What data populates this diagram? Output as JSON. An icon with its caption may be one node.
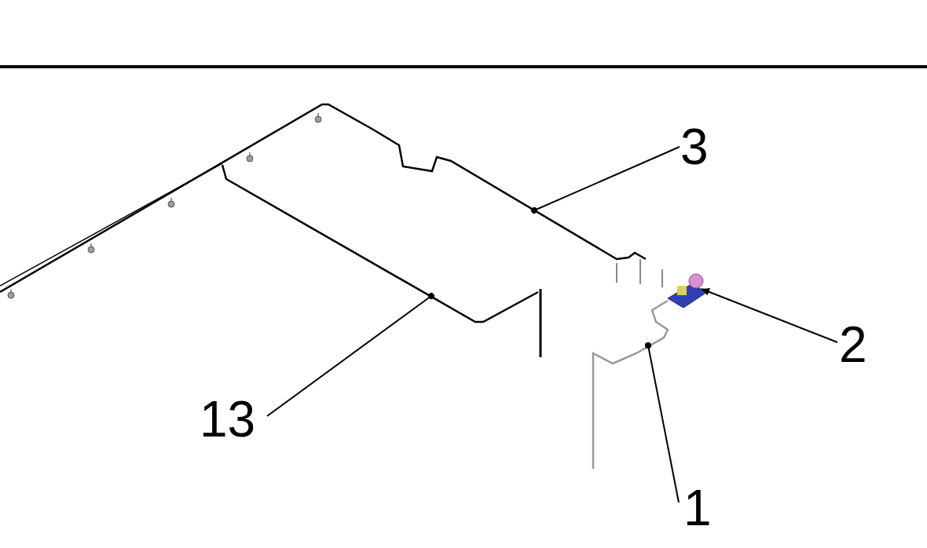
{
  "diagram": {
    "nodes": [
      {
        "text": [
          "3"
        ]
      },
      {
        "text": [],
        "shape": "picture"
      },
      {
        "text": [
          "2"
        ]
      },
      {
        "text": [],
        "shape": "picture"
      },
      {
        "text": [
          "13"
        ]
      },
      {
        "text": [],
        "shape": "picture"
      },
      {
        "text": [
          "1"
        ]
      },
      {
        "text": [],
        "shape": "picture"
      }
    ],
    "edges": [
      {
        "from": 0,
        "to": 1,
        "arrow": "other"
      },
      {
        "from": 2,
        "to": 3,
        "arrow": "to"
      },
      {
        "from": 4,
        "to": 5,
        "arrow": "other"
      },
      {
        "from": 6,
        "to": 7,
        "arrow": "other"
      }
    ]
  }
}
